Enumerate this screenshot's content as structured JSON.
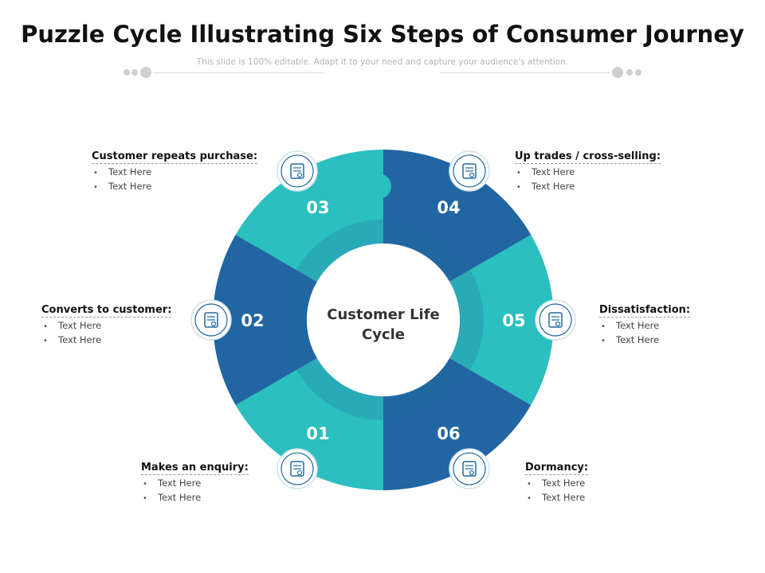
{
  "title": "Puzzle Cycle Illustrating Six Steps of Consumer Journey",
  "subtitle": "This slide is 100% editable. Adapt it to your need and capture your audience's attention.",
  "center_label": [
    "Customer Life",
    "Cycle"
  ],
  "colors": {
    "teal": "#2bbfbf",
    "blue": "#2166a3",
    "ring": "#1f6ba0",
    "white": "#ffffff"
  },
  "steps": [
    {
      "number": "01",
      "heading": "Makes an enquiry:",
      "bullets": [
        "Text Here",
        "Text Here"
      ],
      "icon": "enquiry-person-icon"
    },
    {
      "number": "02",
      "heading": "Converts to customer:",
      "bullets": [
        "Text Here",
        "Text Here"
      ],
      "icon": "customer-network-icon"
    },
    {
      "number": "03",
      "heading": "Customer repeats purchase:",
      "bullets": [
        "Text Here",
        "Text Here"
      ],
      "icon": "repeat-purchase-icon"
    },
    {
      "number": "04",
      "heading": "Up trades / cross-selling:",
      "bullets": [
        "Text Here",
        "Text Here"
      ],
      "icon": "cross-selling-icon"
    },
    {
      "number": "05",
      "heading": "Dissatisfaction:",
      "bullets": [
        "Text Here",
        "Text Here"
      ],
      "icon": "dissatisfaction-icon"
    },
    {
      "number": "06",
      "heading": "Dormancy:",
      "bullets": [
        "Text Here",
        "Text Here"
      ],
      "icon": "dormancy-dollar-icon"
    }
  ]
}
